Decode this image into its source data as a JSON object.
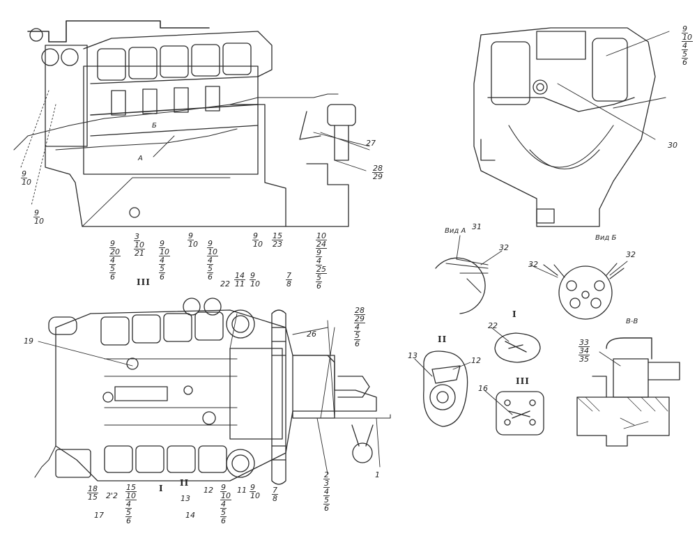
{
  "views": {
    "view_a": "Вид А",
    "view_b": "Вид Б",
    "section_bb": "В-В",
    "mark_a": "А",
    "mark_b": "Б"
  },
  "roman": {
    "i_top": "I",
    "ii_top": "II",
    "iii_top": "III",
    "iii_left": "III",
    "i_bottom": "I",
    "ii_bottom": "II"
  },
  "callouts": {
    "c27": "27",
    "c30": "30",
    "c31": "31",
    "c32a": "32",
    "c32b": "32",
    "c32c": "32",
    "c13": "13",
    "c12": "12",
    "c22b": "22",
    "c16": "16",
    "c19": "19",
    "c26": "26",
    "c22": "22",
    "c14": "14",
    "c1": "1",
    "c2": "2",
    "c17": "17",
    "c2b": "2'2",
    "c12b": "12",
    "c11": "11"
  },
  "stacks": {
    "s_9_10_a": [
      "9",
      "10"
    ],
    "s_9_10_b": [
      "9",
      "10"
    ],
    "s_28_29": [
      "28",
      "29"
    ],
    "s_top_right": [
      "9",
      "10",
      "4",
      "5",
      "6"
    ],
    "s_m1": [
      "9",
      "20",
      "4",
      "5",
      "6"
    ],
    "s_m2": [
      "3",
      "10",
      "21"
    ],
    "s_m3": [
      "9",
      "10",
      "4",
      "5",
      "6"
    ],
    "s_m4": [
      "9",
      "10"
    ],
    "s_m5": [
      "9",
      "10",
      "4",
      "5",
      "6"
    ],
    "s_m6": [
      "9",
      "10"
    ],
    "s_m7": [
      "15",
      "23"
    ],
    "s_m8": [
      "10",
      "24",
      "9",
      "4",
      "25",
      "5",
      "6"
    ],
    "s_m9": [
      "14",
      "11"
    ],
    "s_m10": [
      "9",
      "10"
    ],
    "s_m11": [
      "7",
      "8"
    ],
    "s_m12": [
      "28",
      "29",
      "4",
      "5",
      "6"
    ],
    "s_bb": [
      "33",
      "34",
      "35"
    ],
    "s_b1": [
      "18",
      "15"
    ],
    "s_b2": [
      "15",
      "10",
      "4",
      "5",
      "6"
    ],
    "s_b3": [
      "13"
    ],
    "s_b4": [
      "9",
      "10",
      "4",
      "5",
      "6"
    ],
    "s_b5": [
      "9",
      "10"
    ],
    "s_b6": [
      "7",
      "8"
    ],
    "s_b7": [
      "2",
      "3",
      "4",
      "5",
      "6"
    ]
  }
}
